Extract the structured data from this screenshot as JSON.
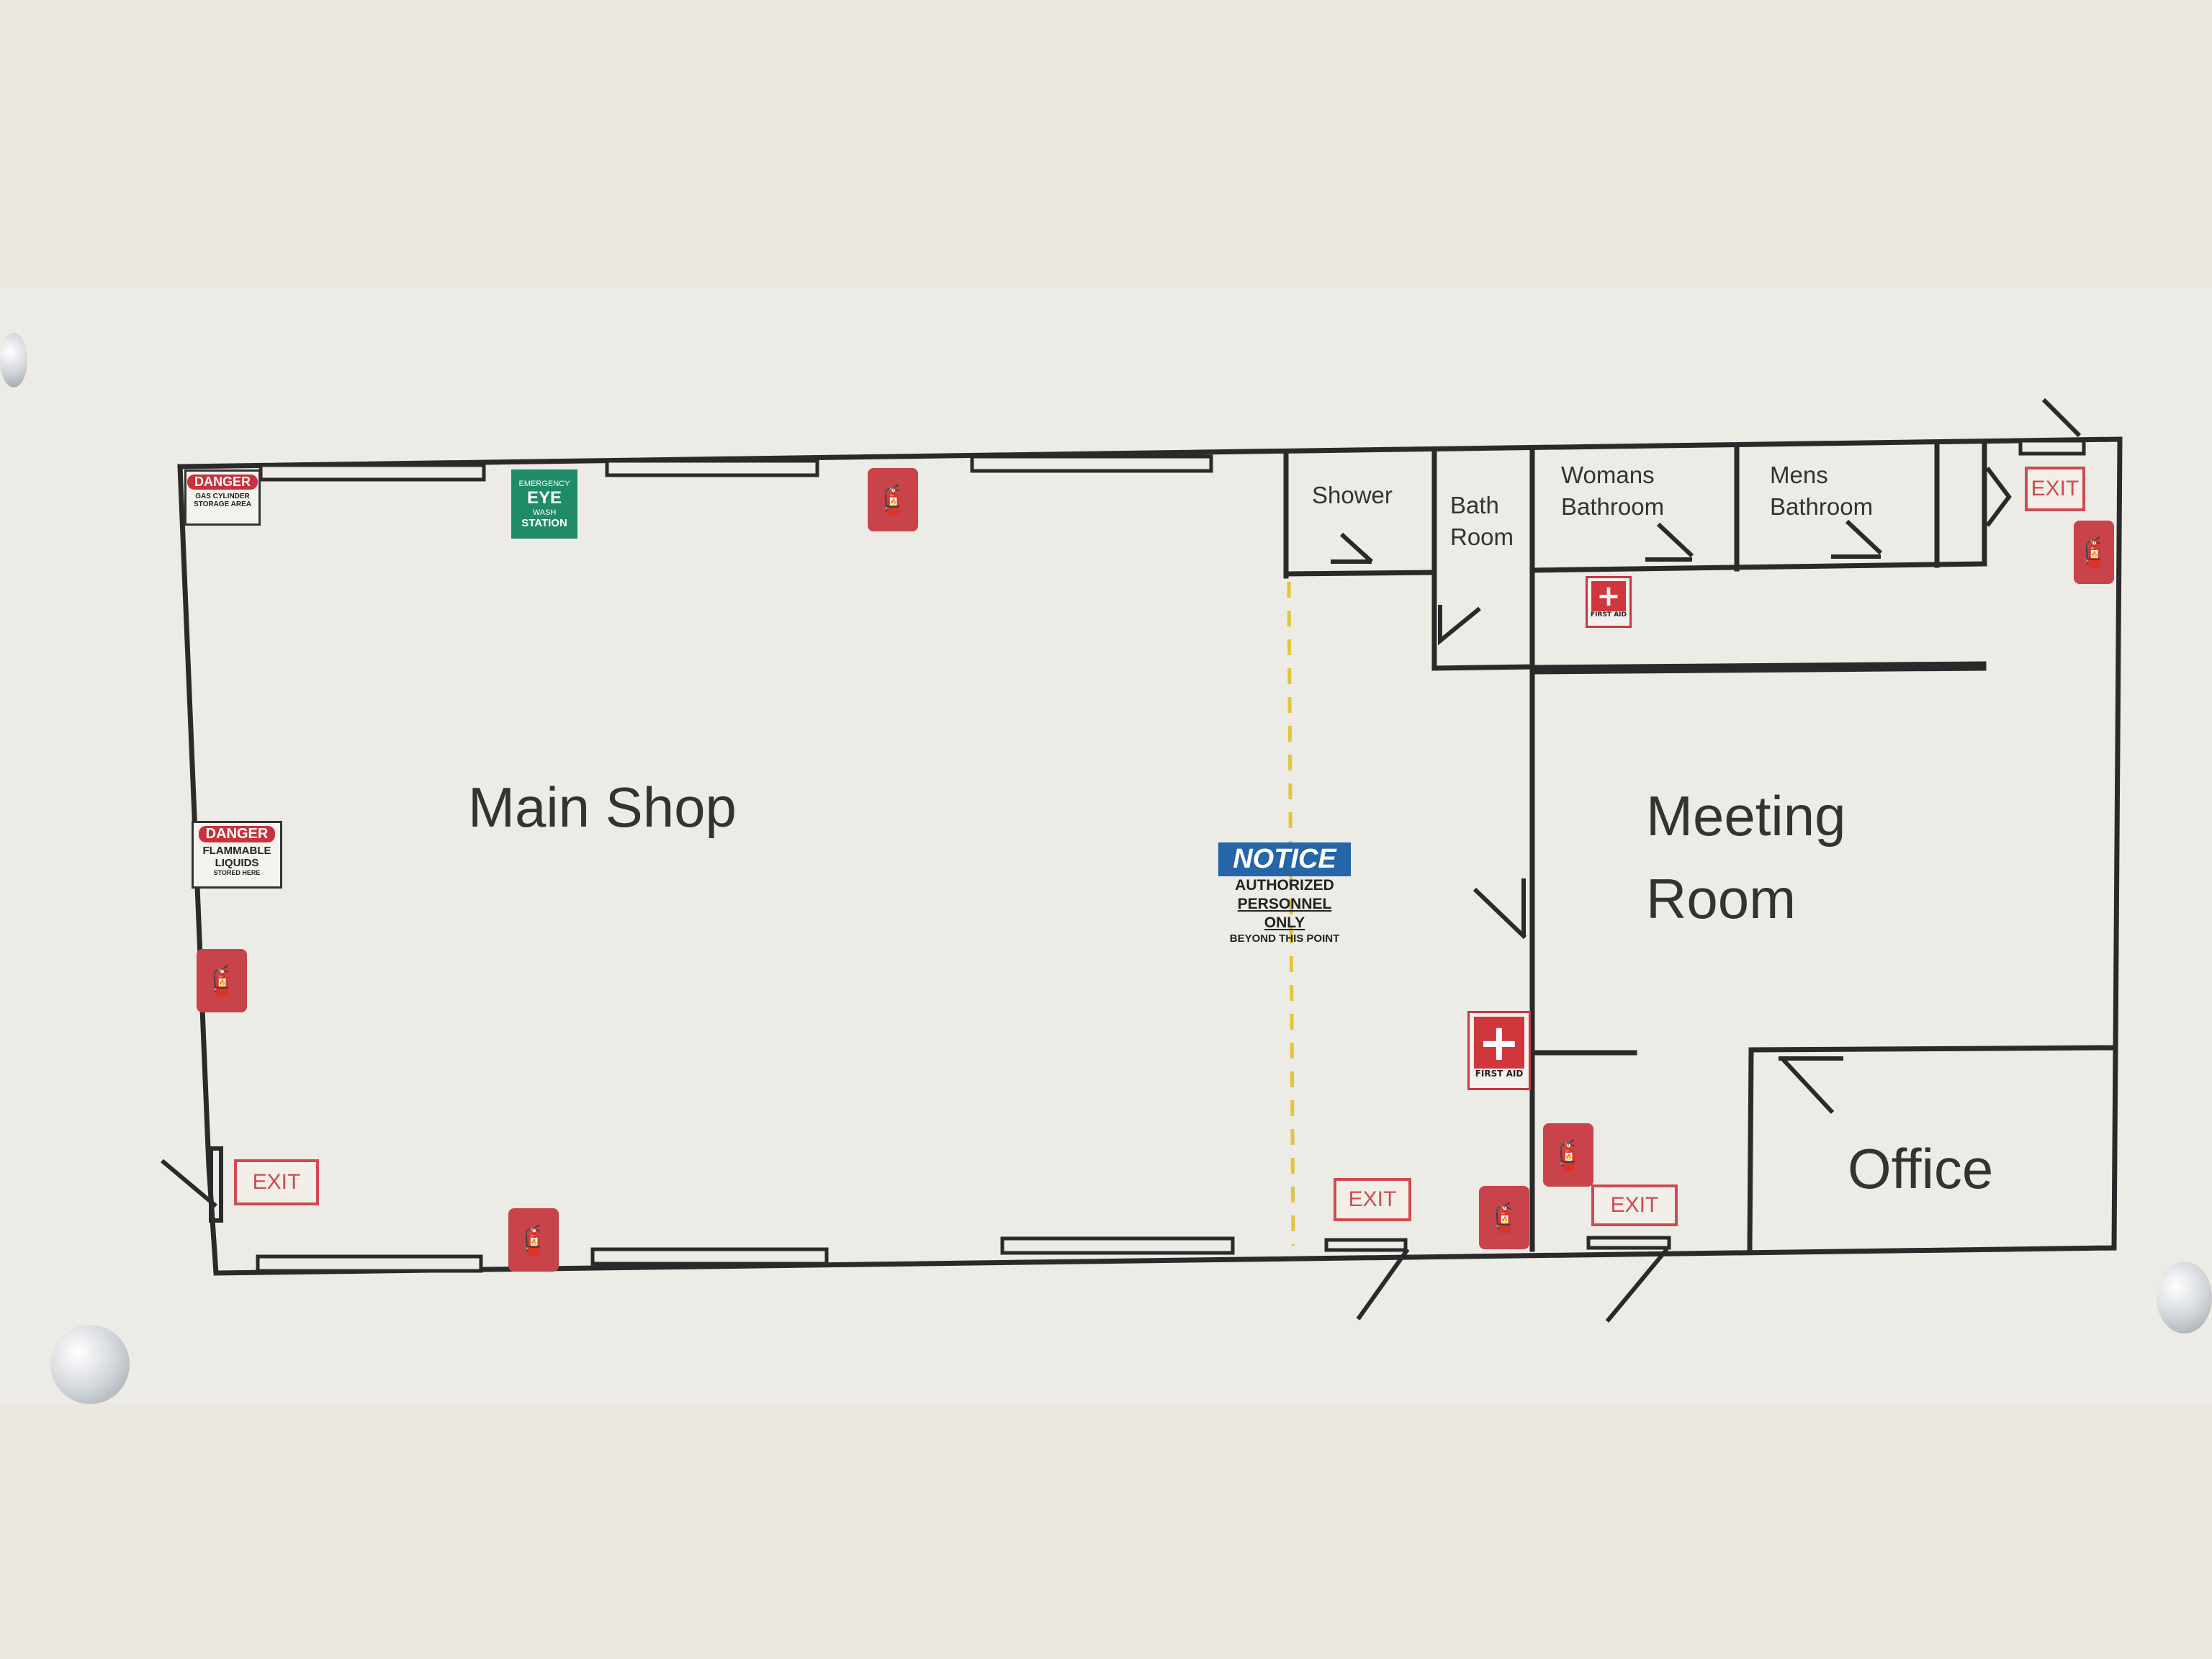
{
  "rooms": {
    "main_shop": "Main Shop",
    "shower": "Shower",
    "bath_room_1": "Bath",
    "bath_room_2": "Room",
    "womans_1": "Womans",
    "womans_2": "Bathroom",
    "mens_1": "Mens",
    "mens_2": "Bathroom",
    "meeting_1": "Meeting",
    "meeting_2": "Room",
    "office": "Office"
  },
  "exit_label": "EXIT",
  "danger_gas": {
    "header": "DANGER",
    "line1": "GAS CYLINDER",
    "line2": "STORAGE AREA"
  },
  "danger_flammable": {
    "header": "DANGER",
    "line1": "FLAMMABLE",
    "line2": "LIQUIDS",
    "line3": "STORED HERE"
  },
  "eye_wash": {
    "line1": "EMERGENCY",
    "line2": "EYE",
    "line3": "WASH",
    "line4": "STATION"
  },
  "notice": {
    "header": "NOTICE",
    "line1": "AUTHORIZED",
    "line2": "PERSONNEL ONLY",
    "line3": "BEYOND THIS POINT"
  },
  "first_aid_label": "FIRST AID",
  "colors": {
    "wall_line": "#2a2a2a",
    "exit_red": "#d04b50",
    "path_yellow": "#e3c53a",
    "notice_blue": "#2466a8",
    "eyewash_green": "#1f8c67"
  },
  "icons": {
    "extinguisher": "fire-extinguisher-icon",
    "first_aid": "first-aid-cross-icon",
    "pin": "push-pin-icon"
  }
}
